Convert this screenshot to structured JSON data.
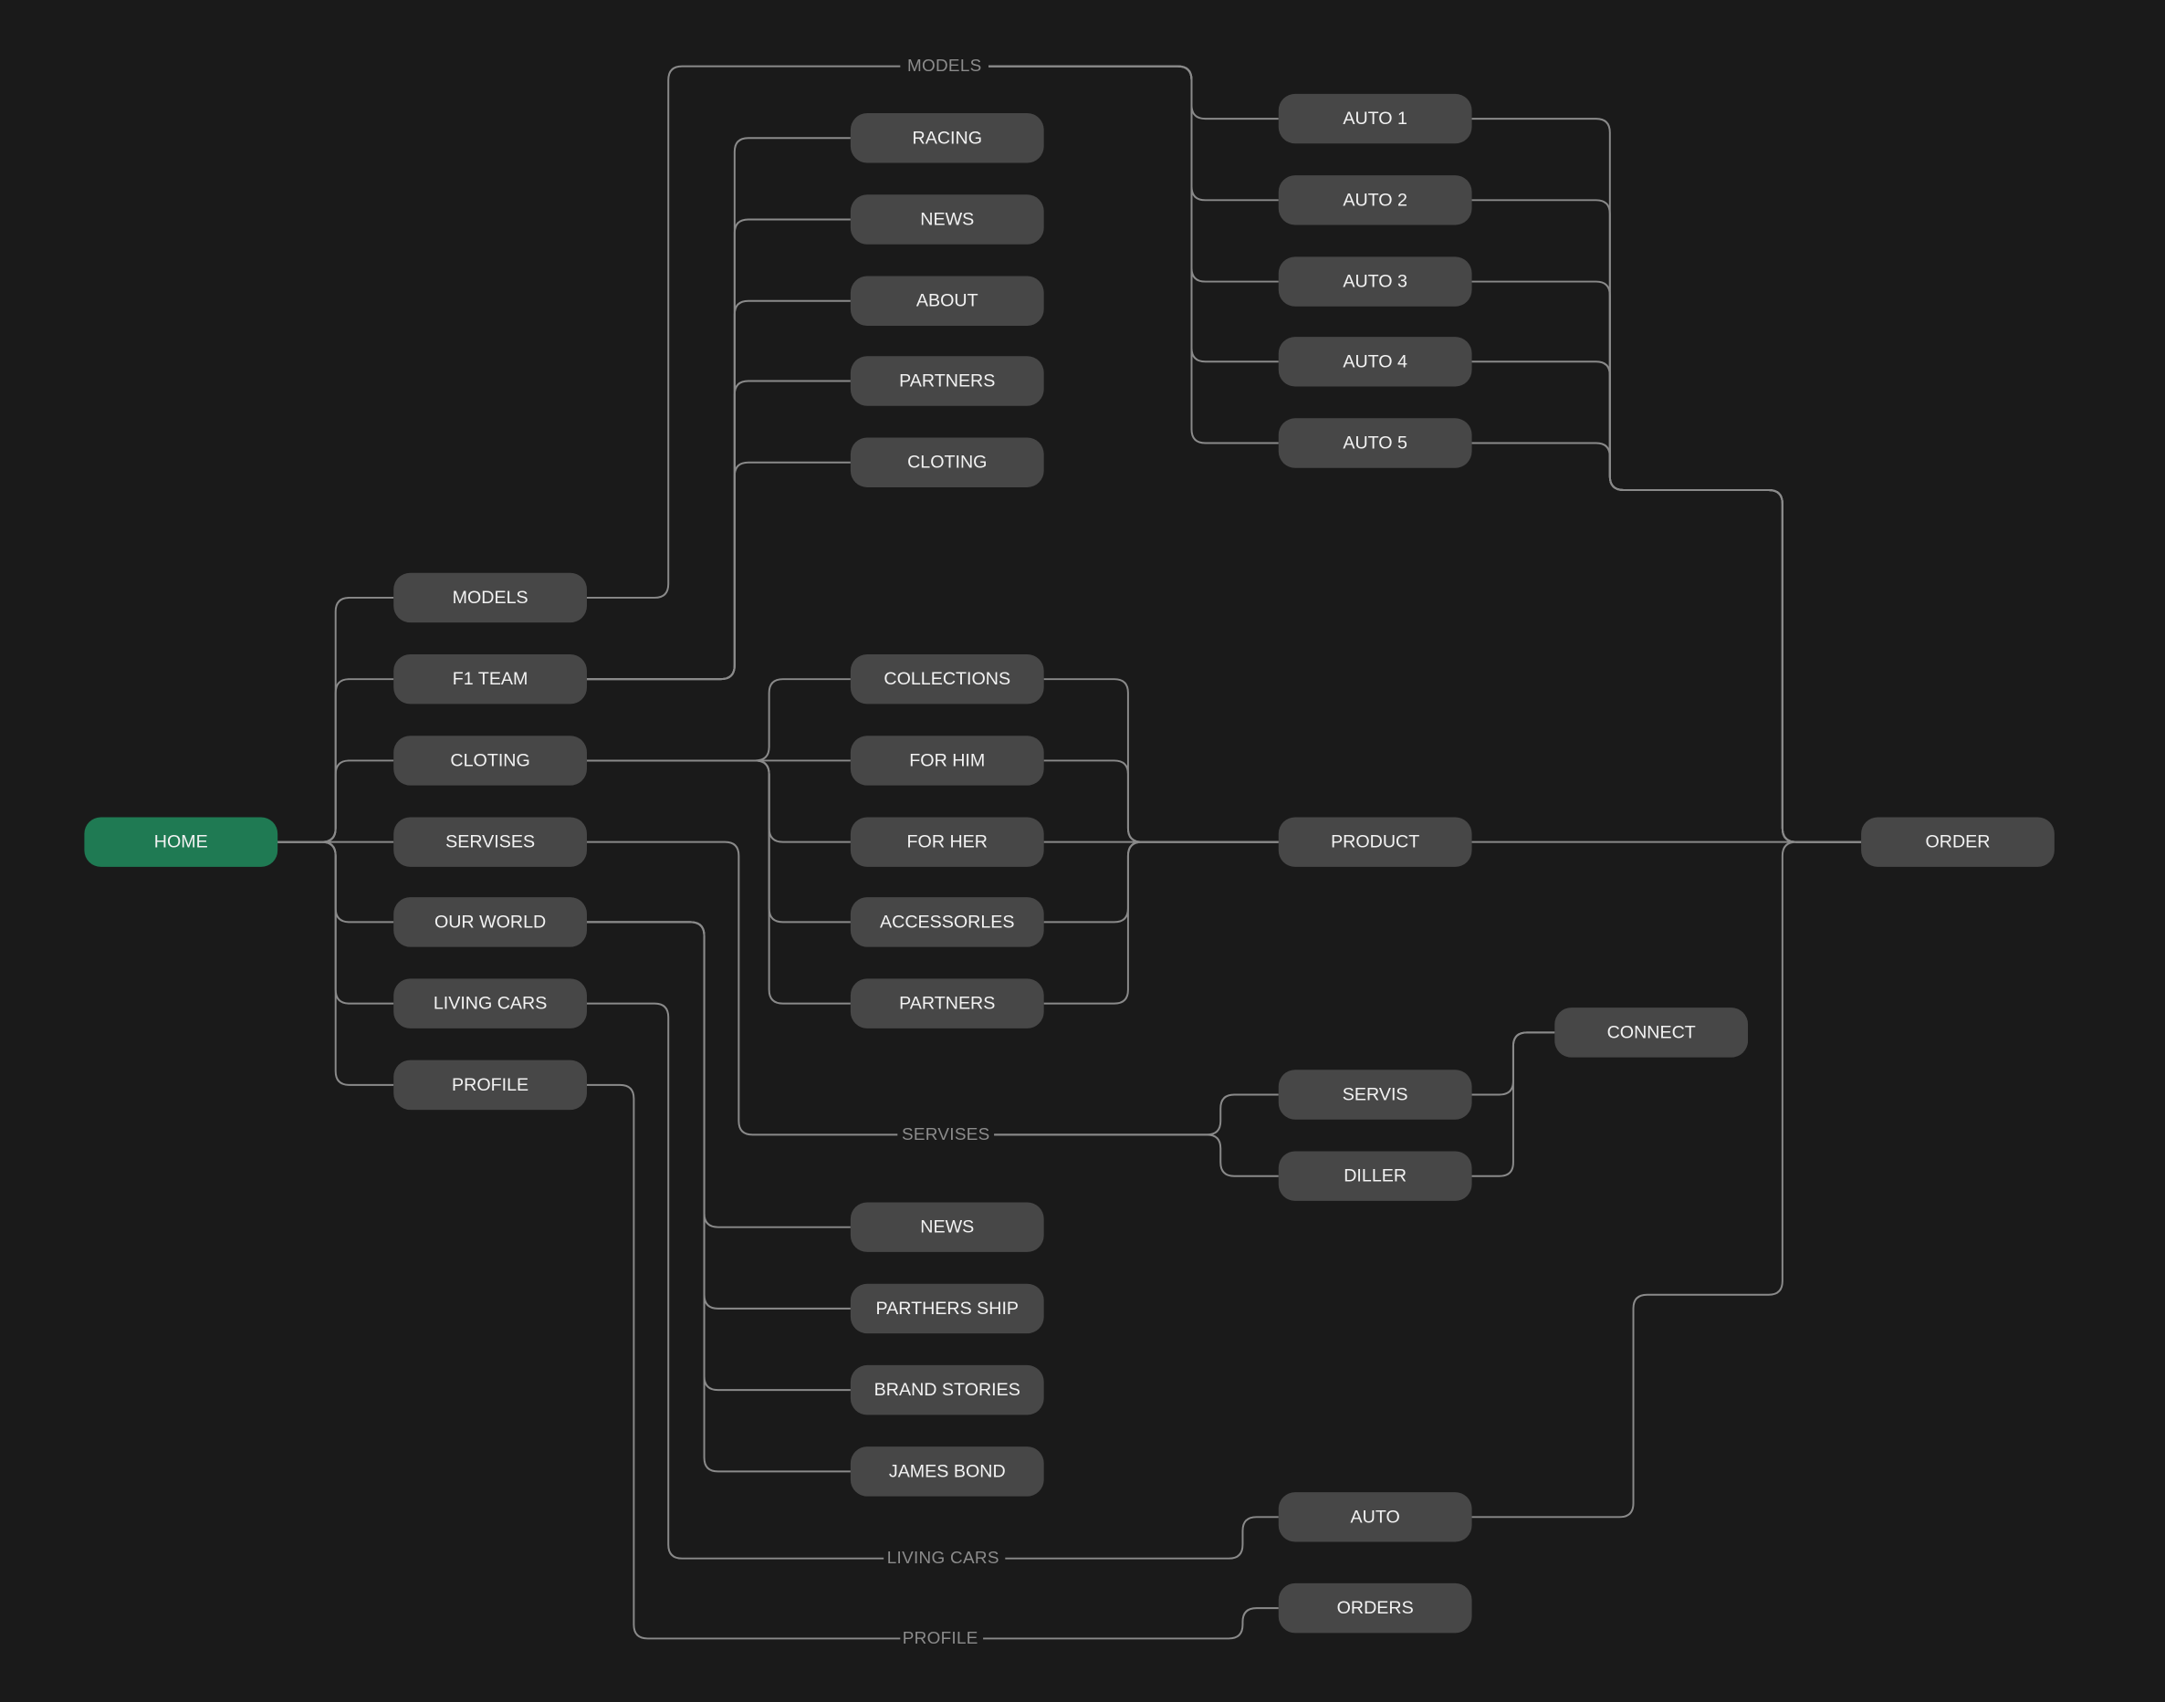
{
  "diagram": {
    "nodes": [
      {
        "id": "home",
        "label": "HOME",
        "highlight": true
      },
      {
        "id": "models",
        "label": "MODELS"
      },
      {
        "id": "f1team",
        "label": "F1 TEAM"
      },
      {
        "id": "cloting",
        "label": "CLOTING"
      },
      {
        "id": "servises",
        "label": "SERVISES"
      },
      {
        "id": "ourworld",
        "label": "OUR WORLD"
      },
      {
        "id": "livingcars",
        "label": "LIVING CARS"
      },
      {
        "id": "profile",
        "label": "PROFILE"
      },
      {
        "id": "racing",
        "label": "RACING"
      },
      {
        "id": "news1",
        "label": "NEWS"
      },
      {
        "id": "about",
        "label": "ABOUT"
      },
      {
        "id": "partners1",
        "label": "PARTNERS"
      },
      {
        "id": "cloting2",
        "label": "CLOTING"
      },
      {
        "id": "collections",
        "label": "COLLECTIONS"
      },
      {
        "id": "forhim",
        "label": "FOR HIM"
      },
      {
        "id": "forher",
        "label": "FOR HER"
      },
      {
        "id": "accessorles",
        "label": "ACCESSORLES"
      },
      {
        "id": "partners2",
        "label": "PARTNERS"
      },
      {
        "id": "news2",
        "label": "NEWS"
      },
      {
        "id": "parthersship",
        "label": "PARTHERS SHIP"
      },
      {
        "id": "brandstories",
        "label": "BRAND STORIES"
      },
      {
        "id": "jamesbond",
        "label": "JAMES BOND"
      },
      {
        "id": "auto1",
        "label": "AUTO 1"
      },
      {
        "id": "auto2",
        "label": "AUTO 2"
      },
      {
        "id": "auto3",
        "label": "AUTO 3"
      },
      {
        "id": "auto4",
        "label": "AUTO 4"
      },
      {
        "id": "auto5",
        "label": "AUTO 5"
      },
      {
        "id": "product",
        "label": "PRODUCT"
      },
      {
        "id": "servis",
        "label": "SERVIS"
      },
      {
        "id": "diller",
        "label": "DILLER"
      },
      {
        "id": "connect",
        "label": "CONNECT"
      },
      {
        "id": "auto",
        "label": "AUTO"
      },
      {
        "id": "orders",
        "label": "ORDERS"
      },
      {
        "id": "order",
        "label": "ORDER"
      }
    ],
    "edge_labels": [
      {
        "id": "models",
        "label": "MODELS"
      },
      {
        "id": "servises",
        "label": "SERVISES"
      },
      {
        "id": "livingcars",
        "label": "LIVING CARS"
      },
      {
        "id": "profile",
        "label": "PROFILE"
      }
    ],
    "colors": {
      "background": "#1a1a1a",
      "node": "#474747",
      "primary_node": "#1f7a53",
      "connector": "#8a8a8a"
    }
  }
}
